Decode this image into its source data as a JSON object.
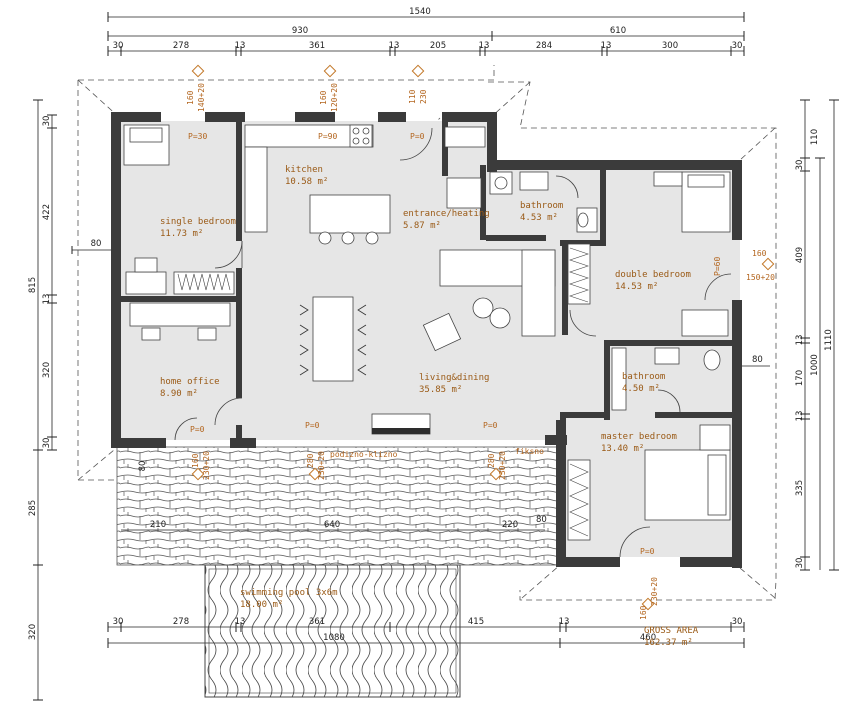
{
  "dims": {
    "top_total": "1540",
    "top_sub1": "930",
    "top_sub2": "610",
    "top_row": [
      "30",
      "278",
      "13",
      "361",
      "13",
      "205",
      "13",
      "284",
      "13",
      "300",
      "30"
    ],
    "right_total": "1110",
    "right_sub": "1000",
    "right_row": [
      "110",
      "30",
      "409",
      "13",
      "170",
      "13",
      "335",
      "30"
    ],
    "left_total": "815",
    "left_row": [
      "30",
      "422",
      "13",
      "320",
      "30"
    ],
    "left_bottom": [
      "285",
      "320"
    ],
    "left_80": "80",
    "bottom_row": [
      "30",
      "278",
      "13",
      "361",
      "415",
      "13",
      "30"
    ],
    "bottom_1080": "1080",
    "bottom_460": "460",
    "terrace_210": "210",
    "terrace_640": "640",
    "terrace_220": "220",
    "terrace_80": "80",
    "sbr_80": "80",
    "bath_80": "80"
  },
  "rooms": [
    {
      "name": "single bedroom",
      "area": "11.73 m²"
    },
    {
      "name": "kitchen",
      "area": "10.58 m²"
    },
    {
      "name": "entrance/heating",
      "area": "5.87 m²"
    },
    {
      "name": "bathroom",
      "area": "4.53 m²"
    },
    {
      "name": "double bedroom",
      "area": "14.53 m²"
    },
    {
      "name": "home office",
      "area": "8.90 m²"
    },
    {
      "name": "living&dining",
      "area": "35.85 m²"
    },
    {
      "name": "bathroom",
      "area": "4.50 m²"
    },
    {
      "name": "master bedroom",
      "area": "13.40 m²"
    },
    {
      "name": "swimming pool 3x6m",
      "area": "18.00 m²"
    }
  ],
  "windows": [
    {
      "w": "160",
      "h": "140+20"
    },
    {
      "w": "160",
      "h": "120+20"
    },
    {
      "w": "110",
      "h": "230"
    },
    {
      "w": "160",
      "h": "150+20"
    },
    {
      "w": "160",
      "h": "230+20"
    },
    {
      "w": "280",
      "h": "230+20"
    },
    {
      "w": "280",
      "h": "230+20"
    },
    {
      "w": "160",
      "h": "230+20"
    }
  ],
  "notes": {
    "p0": "P=0",
    "p30": "P=30",
    "p90": "P=90",
    "p60": "P=60",
    "sliding": "podizno-klizno",
    "fixed": "fiksno",
    "gross_label": "GROSS AREA",
    "gross_area": "162.37 m²"
  }
}
